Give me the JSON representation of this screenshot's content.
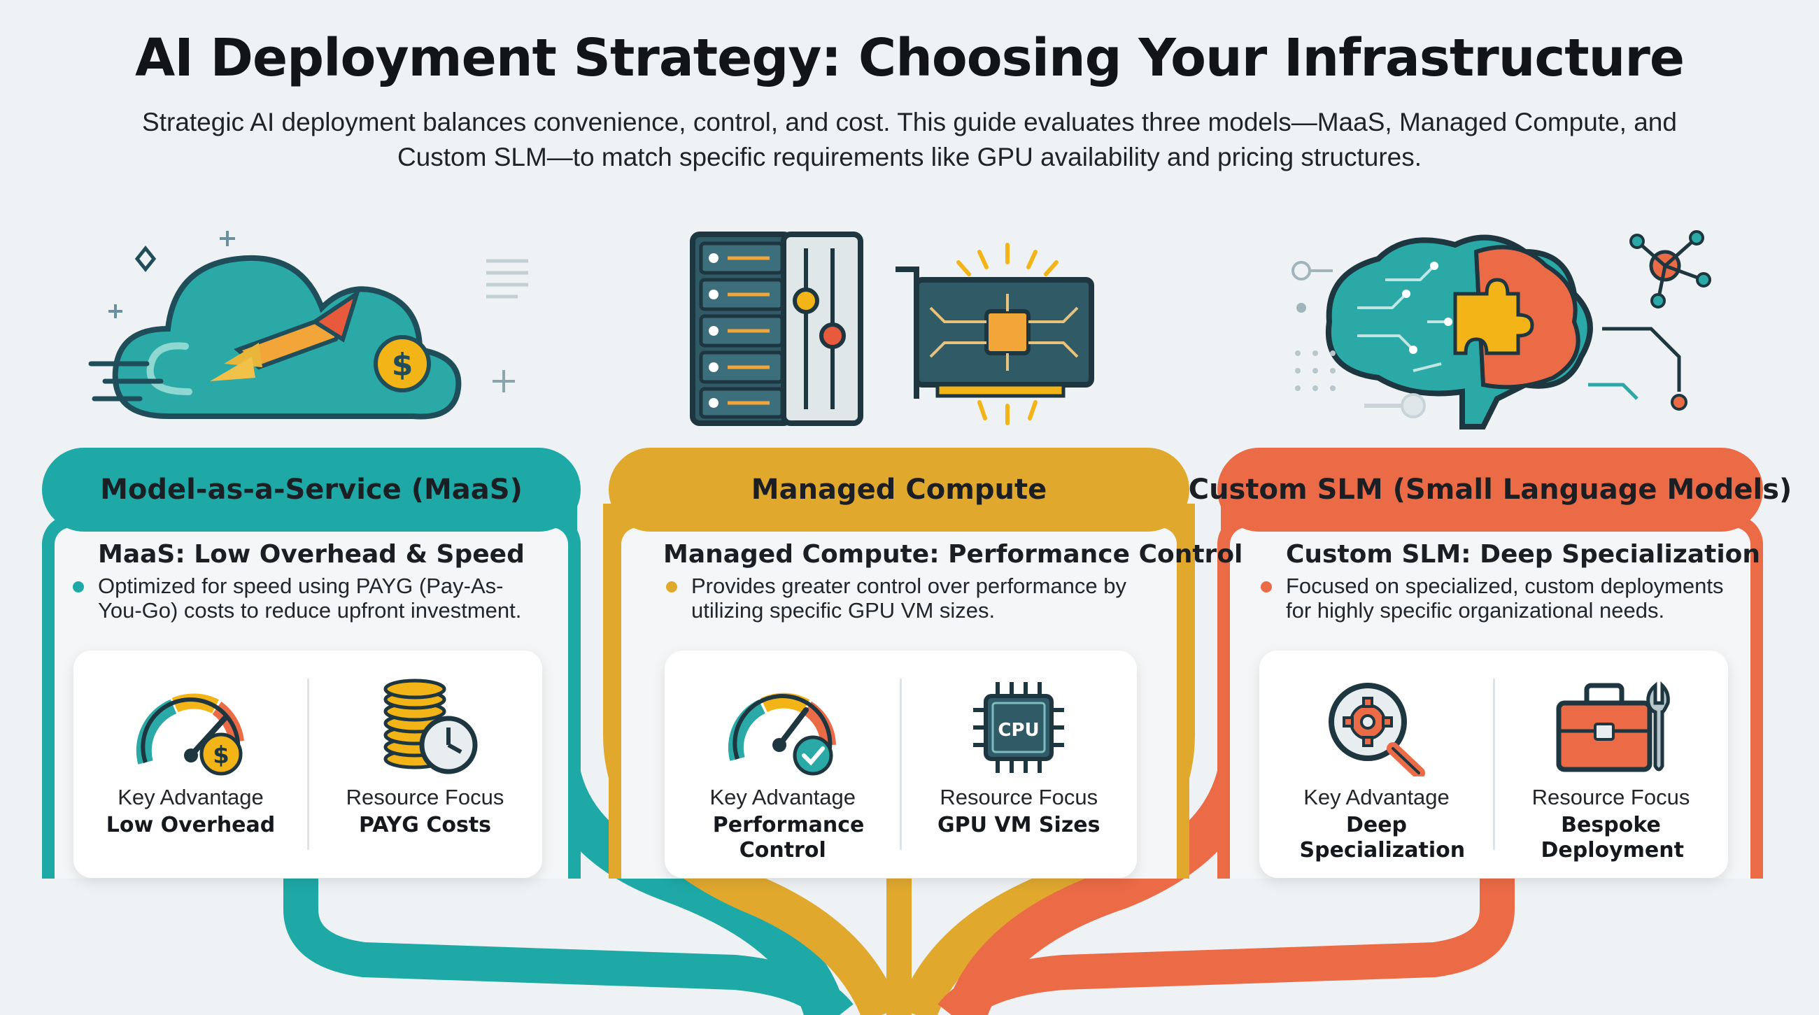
{
  "page": {
    "title": "AI Deployment Strategy: Choosing Your Infrastructure",
    "subtitle": "Strategic AI deployment balances convenience, control, and cost. This guide evaluates three models—MaaS, Managed Compute, and Custom SLM—to match specific requirements like GPU availability and pricing structures."
  },
  "colors": {
    "teal": "#1ea9a6",
    "gold": "#e0a92e",
    "coral": "#ec6b47",
    "background": "#eef2f4"
  },
  "columns": [
    {
      "header": "Model-as-a-Service (MaaS)",
      "section_title": "MaaS: Low Overhead & Speed",
      "description": "Optimized for speed using PAYG (Pay-As-You-Go) costs to reduce upfront investment.",
      "illustration_icon": "cloud-rocket-dollar-icon",
      "key_advantage_label": "Key Advantage",
      "key_advantage_value": "Low Overhead",
      "key_advantage_icon": "gauge-dollar-icon",
      "resource_focus_label": "Resource Focus",
      "resource_focus_value": "PAYG Costs",
      "resource_focus_icon": "coins-clock-icon"
    },
    {
      "header": "Managed Compute",
      "section_title": "Managed Compute: Performance Control",
      "description": "Provides greater control over performance by utilizing specific GPU VM sizes.",
      "illustration_icon": "server-gpu-icon",
      "key_advantage_label": "Key Advantage",
      "key_advantage_value": "Performance Control",
      "key_advantage_icon": "gauge-check-icon",
      "resource_focus_label": "Resource Focus",
      "resource_focus_value": "GPU VM Sizes",
      "resource_focus_icon": "cpu-chip-icon",
      "cpu_text": "CPU"
    },
    {
      "header": "Custom SLM (Small Language Models)",
      "section_title": "Custom SLM: Deep Specialization",
      "description": "Focused on specialized, custom deployments for highly specific organizational needs.",
      "illustration_icon": "brain-network-icon",
      "key_advantage_label": "Key Advantage",
      "key_advantage_value": "Deep Specialization",
      "key_advantage_icon": "gear-magnifier-icon",
      "resource_focus_label": "Resource Focus",
      "resource_focus_value": "Bespoke Deployment",
      "resource_focus_icon": "toolbox-wrench-icon"
    }
  ]
}
